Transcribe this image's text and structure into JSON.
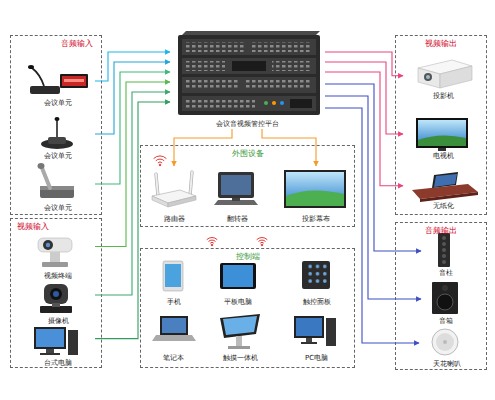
{
  "diagram": {
    "nodes": [
      {
        "text": [
          "音频输入"
        ]
      },
      {
        "text": [
          "会议单元"
        ],
        "in": 0
      },
      {
        "text": [
          "会议单元"
        ],
        "in": 0
      },
      {
        "text": [
          "会议单元"
        ],
        "in": 0
      },
      {
        "text": [
          "会议音视频管控平台"
        ]
      },
      {
        "text": [
          "视频输出"
        ]
      },
      {
        "text": [
          "投影机"
        ],
        "in": 5
      },
      {
        "text": [
          "电视机"
        ],
        "in": 5
      },
      {
        "text": [
          "无纸化"
        ],
        "in": 5
      },
      {
        "text": [
          "外围设备"
        ]
      },
      {
        "text": [
          "路由器"
        ],
        "in": 9
      },
      {
        "text": [
          "翻转器"
        ],
        "in": 9
      },
      {
        "text": [
          "投影幕布"
        ],
        "in": 9
      },
      {
        "text": [
          "视频输入"
        ]
      },
      {
        "text": [
          "视频终端"
        ],
        "in": 13
      },
      {
        "text": [
          "摄像机"
        ],
        "in": 13
      },
      {
        "text": [
          "台式电脑"
        ],
        "in": 13
      },
      {
        "text": [
          "控制端"
        ]
      },
      {
        "text": [
          "手机"
        ],
        "in": 17
      },
      {
        "text": [
          "平板电脑"
        ],
        "in": 17
      },
      {
        "text": [
          "触控面板"
        ],
        "in": 17
      },
      {
        "text": [
          "笔记本"
        ],
        "in": 17
      },
      {
        "text": [
          "触摸一体机"
        ],
        "in": 17
      },
      {
        "text": [
          "PC电脑"
        ],
        "in": 17
      },
      {
        "text": [
          "音频输出"
        ]
      },
      {
        "text": [
          "音柱"
        ],
        "in": 24
      },
      {
        "text": [
          "音箱"
        ],
        "in": 24
      },
      {
        "text": [
          "天花喇叭"
        ],
        "in": 24
      }
    ],
    "edges": [
      {
        "from": 1,
        "to": 4,
        "arrow": "to"
      },
      {
        "from": 2,
        "to": 4,
        "arrow": "to"
      },
      {
        "from": 3,
        "to": 4,
        "arrow": "to"
      },
      {
        "from": 14,
        "to": 4,
        "arrow": "to"
      },
      {
        "from": 15,
        "to": 4,
        "arrow": "to"
      },
      {
        "from": 16,
        "to": 4,
        "arrow": "to"
      },
      {
        "from": 4,
        "to": 6,
        "arrow": "to"
      },
      {
        "from": 4,
        "to": 7,
        "arrow": "to"
      },
      {
        "from": 4,
        "to": 8,
        "arrow": "to"
      },
      {
        "from": 4,
        "to": 25,
        "arrow": "to"
      },
      {
        "from": 4,
        "to": 26,
        "arrow": "to"
      },
      {
        "from": 4,
        "to": 27,
        "arrow": "to"
      },
      {
        "from": 4,
        "to": 10,
        "arrow": "to"
      },
      {
        "from": 4,
        "to": 12,
        "arrow": "to"
      }
    ]
  }
}
